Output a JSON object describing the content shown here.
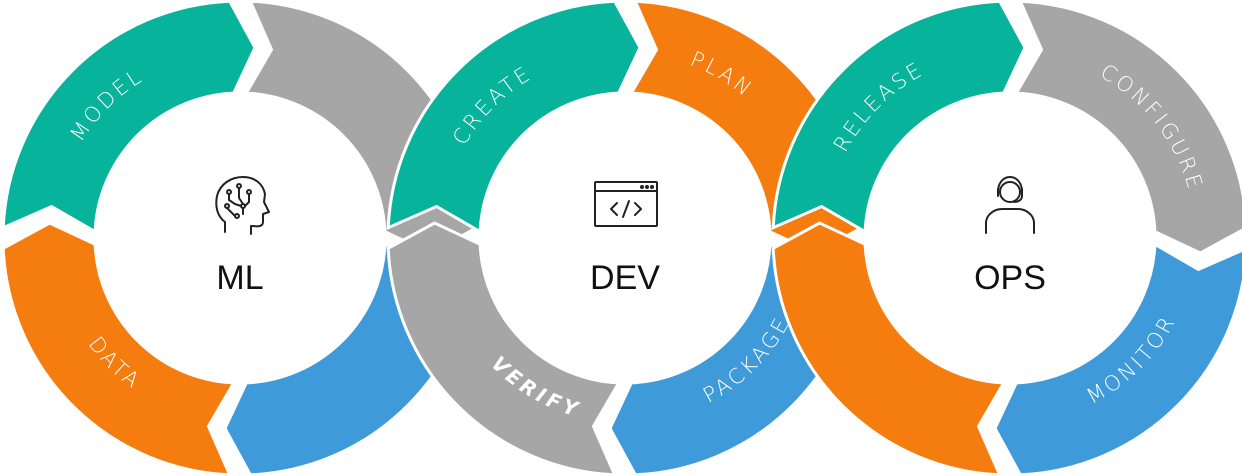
{
  "colors": {
    "teal": "#08b39b",
    "gray": "#a6a6a6",
    "orange": "#f57c0f",
    "blue": "#3f9ad9"
  },
  "rings": [
    {
      "center_label": "ML",
      "icon": "brain-head-icon",
      "segments": [
        {
          "label": "MODEL",
          "color": "teal"
        },
        {
          "label": "",
          "color": "gray"
        },
        {
          "label": "",
          "color": "blue"
        },
        {
          "label": "DATA",
          "color": "orange"
        }
      ]
    },
    {
      "center_label": "DEV",
      "icon": "code-window-icon",
      "segments": [
        {
          "label": "CREATE",
          "color": "teal"
        },
        {
          "label": "PLAN",
          "color": "orange"
        },
        {
          "label": "PACKAGE",
          "color": "blue"
        },
        {
          "label": "VERIFY",
          "color": "gray"
        }
      ]
    },
    {
      "center_label": "OPS",
      "icon": "support-headset-icon",
      "segments": [
        {
          "label": "RELEASE",
          "color": "teal"
        },
        {
          "label": "CONFIGURE",
          "color": "gray"
        },
        {
          "label": "MONITOR",
          "color": "blue"
        },
        {
          "label": "",
          "color": "orange"
        }
      ]
    }
  ]
}
